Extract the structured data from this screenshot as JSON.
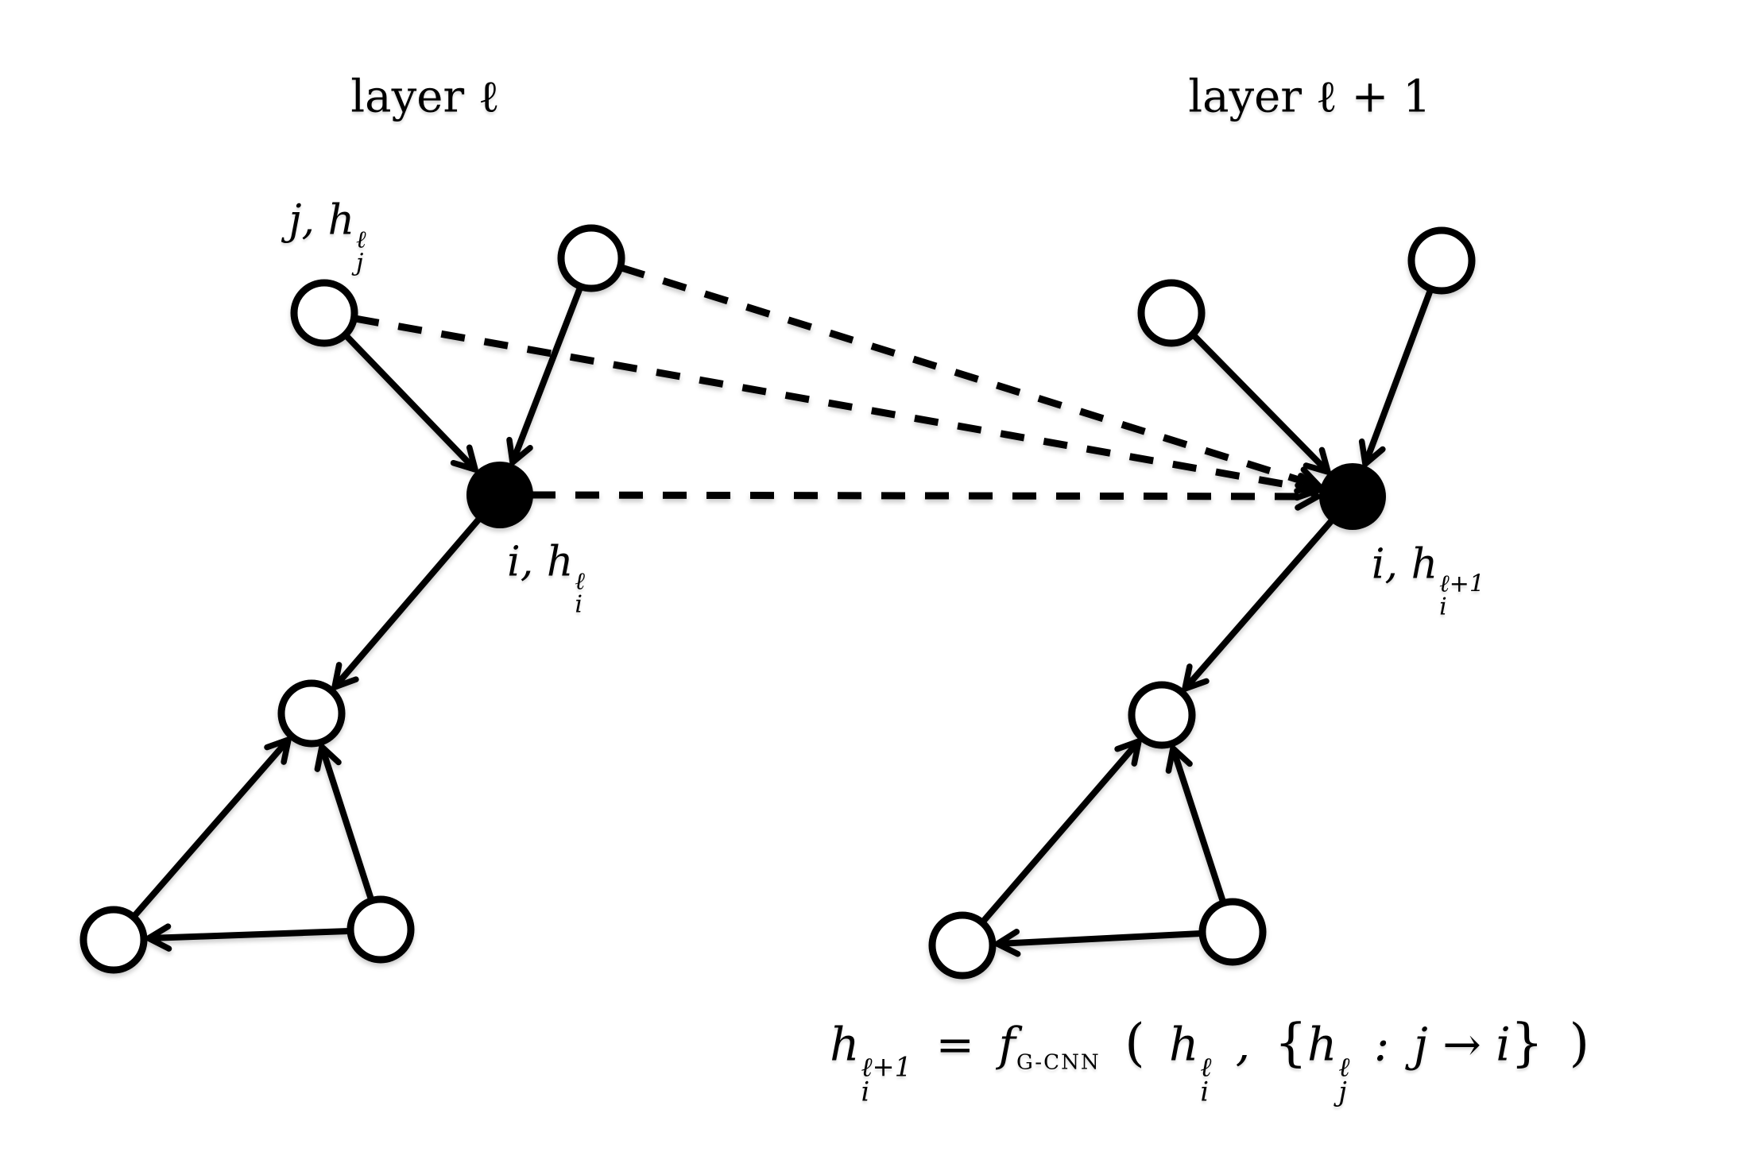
{
  "colors": {
    "ink": "#000000",
    "background": "#ffffff"
  },
  "titles": {
    "left": "layer ℓ",
    "right": "layer ℓ + 1"
  },
  "labels": {
    "node_j": {
      "base": "j, h",
      "sup": "ℓ",
      "sub": "j"
    },
    "node_i_layer_l": {
      "base": "i, h",
      "sup": "ℓ",
      "sub": "i"
    },
    "node_i_layer_l_plus_1": {
      "base": "i, h",
      "sup": "ℓ+1",
      "sub": "i"
    }
  },
  "formula": {
    "lhs": {
      "base": "h",
      "sup": "ℓ+1",
      "sub": "i"
    },
    "equals": "=",
    "function": {
      "base": "f",
      "sub": "G-CNN"
    },
    "paren_open": "(",
    "arg1": {
      "base": "h",
      "sup": "ℓ",
      "sub": "i"
    },
    "comma": ",",
    "brace_open": "{",
    "arg2": {
      "base": "h",
      "sup": "ℓ",
      "sub": "j"
    },
    "colon": ":",
    "condition": "j → i",
    "brace_close": "}",
    "paren_close": ")"
  },
  "graph": {
    "layer_l": {
      "filled_node": "i",
      "open_nodes": [
        "j",
        "top",
        "tri-top",
        "tri-left",
        "tri-right"
      ],
      "solid_directed_edges": [
        [
          "j",
          "i"
        ],
        [
          "top",
          "i"
        ],
        [
          "i",
          "tri-top"
        ],
        [
          "tri-left",
          "tri-top"
        ],
        [
          "tri-right",
          "tri-top"
        ],
        [
          "tri-right",
          "tri-left"
        ]
      ]
    },
    "layer_l_plus_1": {
      "filled_node": "i",
      "open_nodes": [
        "left",
        "right",
        "tri-top",
        "tri-left",
        "tri-right"
      ],
      "solid_directed_edges": [
        [
          "left",
          "i"
        ],
        [
          "right",
          "i"
        ],
        [
          "i",
          "tri-top"
        ],
        [
          "tri-left",
          "tri-top"
        ],
        [
          "tri-right",
          "tri-top"
        ],
        [
          "tri-right",
          "tri-left"
        ]
      ]
    },
    "dashed_message_edges": [
      [
        "j (layer l)",
        "i (layer l+1)"
      ],
      [
        "top (layer l)",
        "i (layer l+1)"
      ],
      [
        "i (layer l)",
        "i (layer l+1)"
      ]
    ]
  }
}
